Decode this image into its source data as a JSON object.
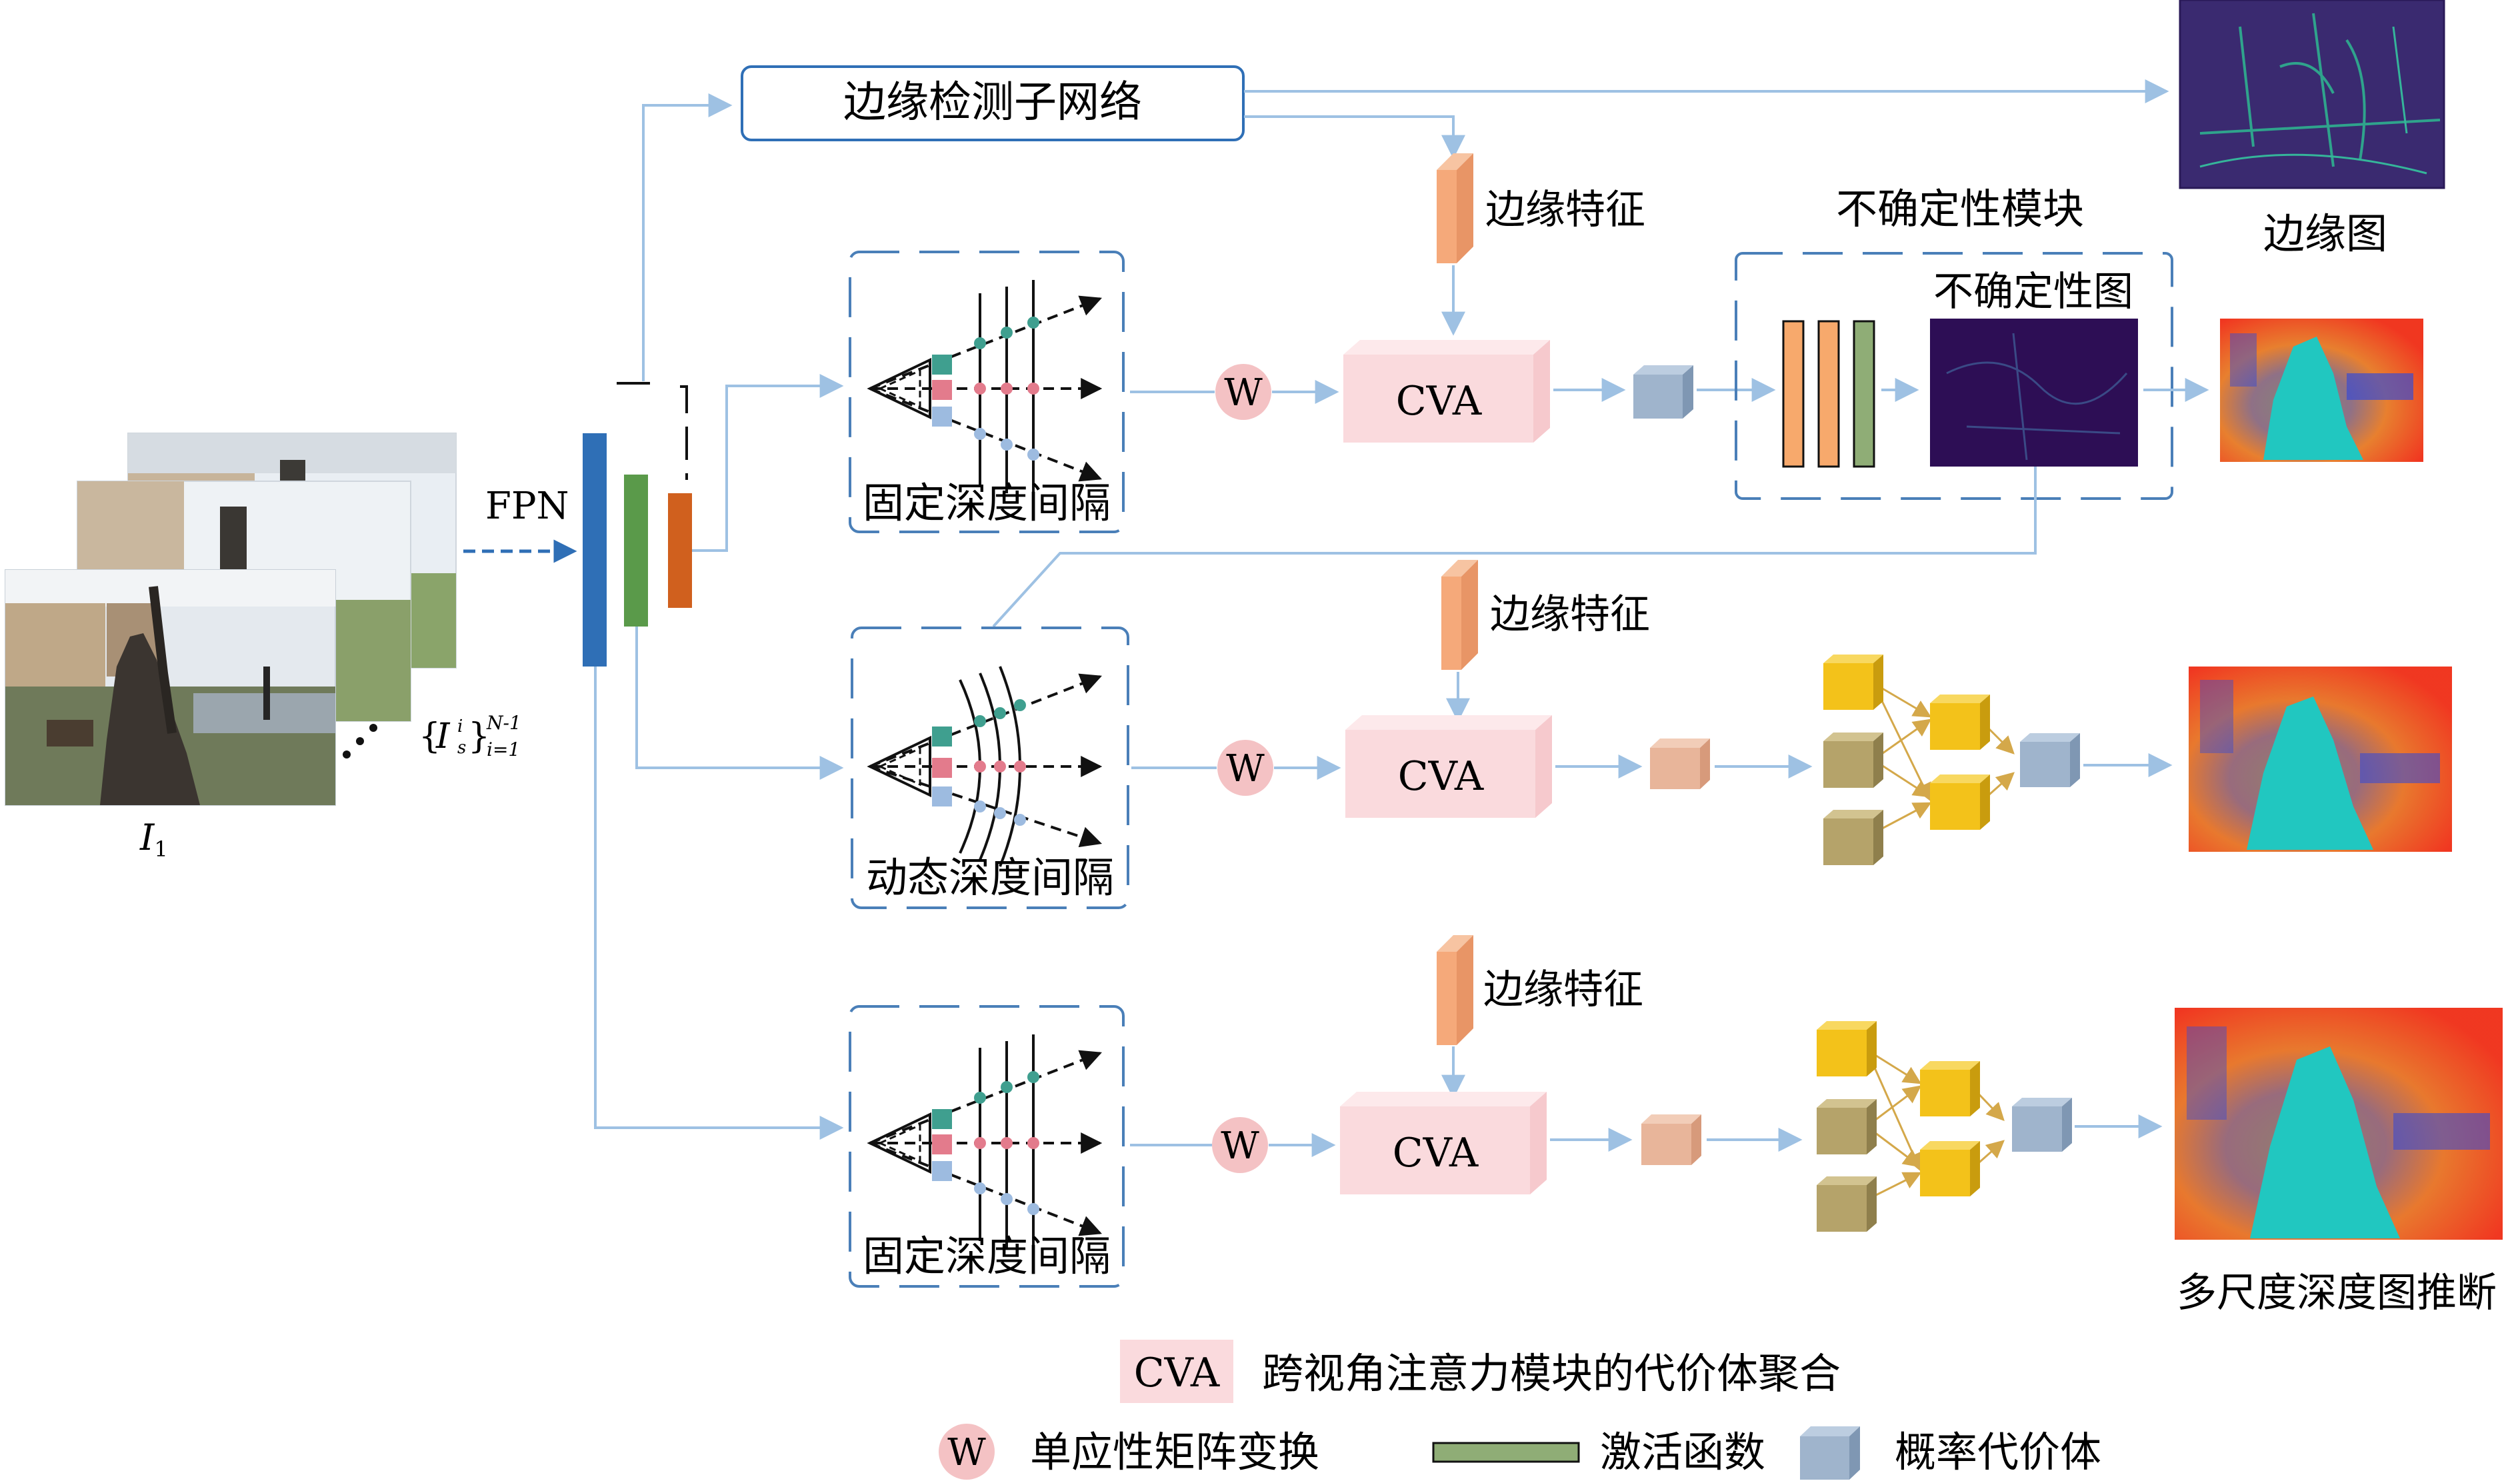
{
  "colors": {
    "flow": "#9ec1e3",
    "dash_border": "#4a7fb8",
    "fpn_blue": "#2f6fb6",
    "fpn_green": "#5a9a4a",
    "fpn_orange": "#d0601e",
    "edge_feature": "#f5a97a",
    "cva_pink": "#fadadd",
    "w_pink": "#f4c2c4",
    "prob_volume": "#9fb4cc",
    "uncert_orange": "#f7a96c",
    "uncert_green": "#8fad76",
    "cube_gold": "#f3c21a",
    "cube_olive": "#b5a36a",
    "cube_peach": "#e8b59a",
    "marker_teal": "#3f9f8f",
    "marker_pink": "#e37b8c",
    "marker_blue": "#9dbbe0"
  },
  "inputs": {
    "i1": "I",
    "i1_sub": "1",
    "is_open": "{",
    "is_I": "I",
    "is_sup": "i",
    "is_sub": "s",
    "is_close": "}",
    "is_range_top": "N-1",
    "is_range_bottom": "i=1"
  },
  "fpn_label": "FPN",
  "edge_net": "边缘检测子网络",
  "edge_map_label": "边缘图",
  "edge_feature_label": "边缘特征",
  "uncertainty_module": "不确定性模块",
  "uncertainty_map": "不确定性图",
  "cva": "CVA",
  "warp": "W",
  "fixed_interval": "固定深度间隔",
  "dynamic_interval": "动态深度间隔",
  "multiscale_label": "多尺度深度图推断",
  "legend": {
    "cva_tag": "CVA",
    "cva_desc": "跨视角注意力模块的代价体聚合",
    "w_tag": "W",
    "w_desc": "单应性矩阵变换",
    "act_desc": "激活函数",
    "prob_desc": "概率代价体"
  }
}
